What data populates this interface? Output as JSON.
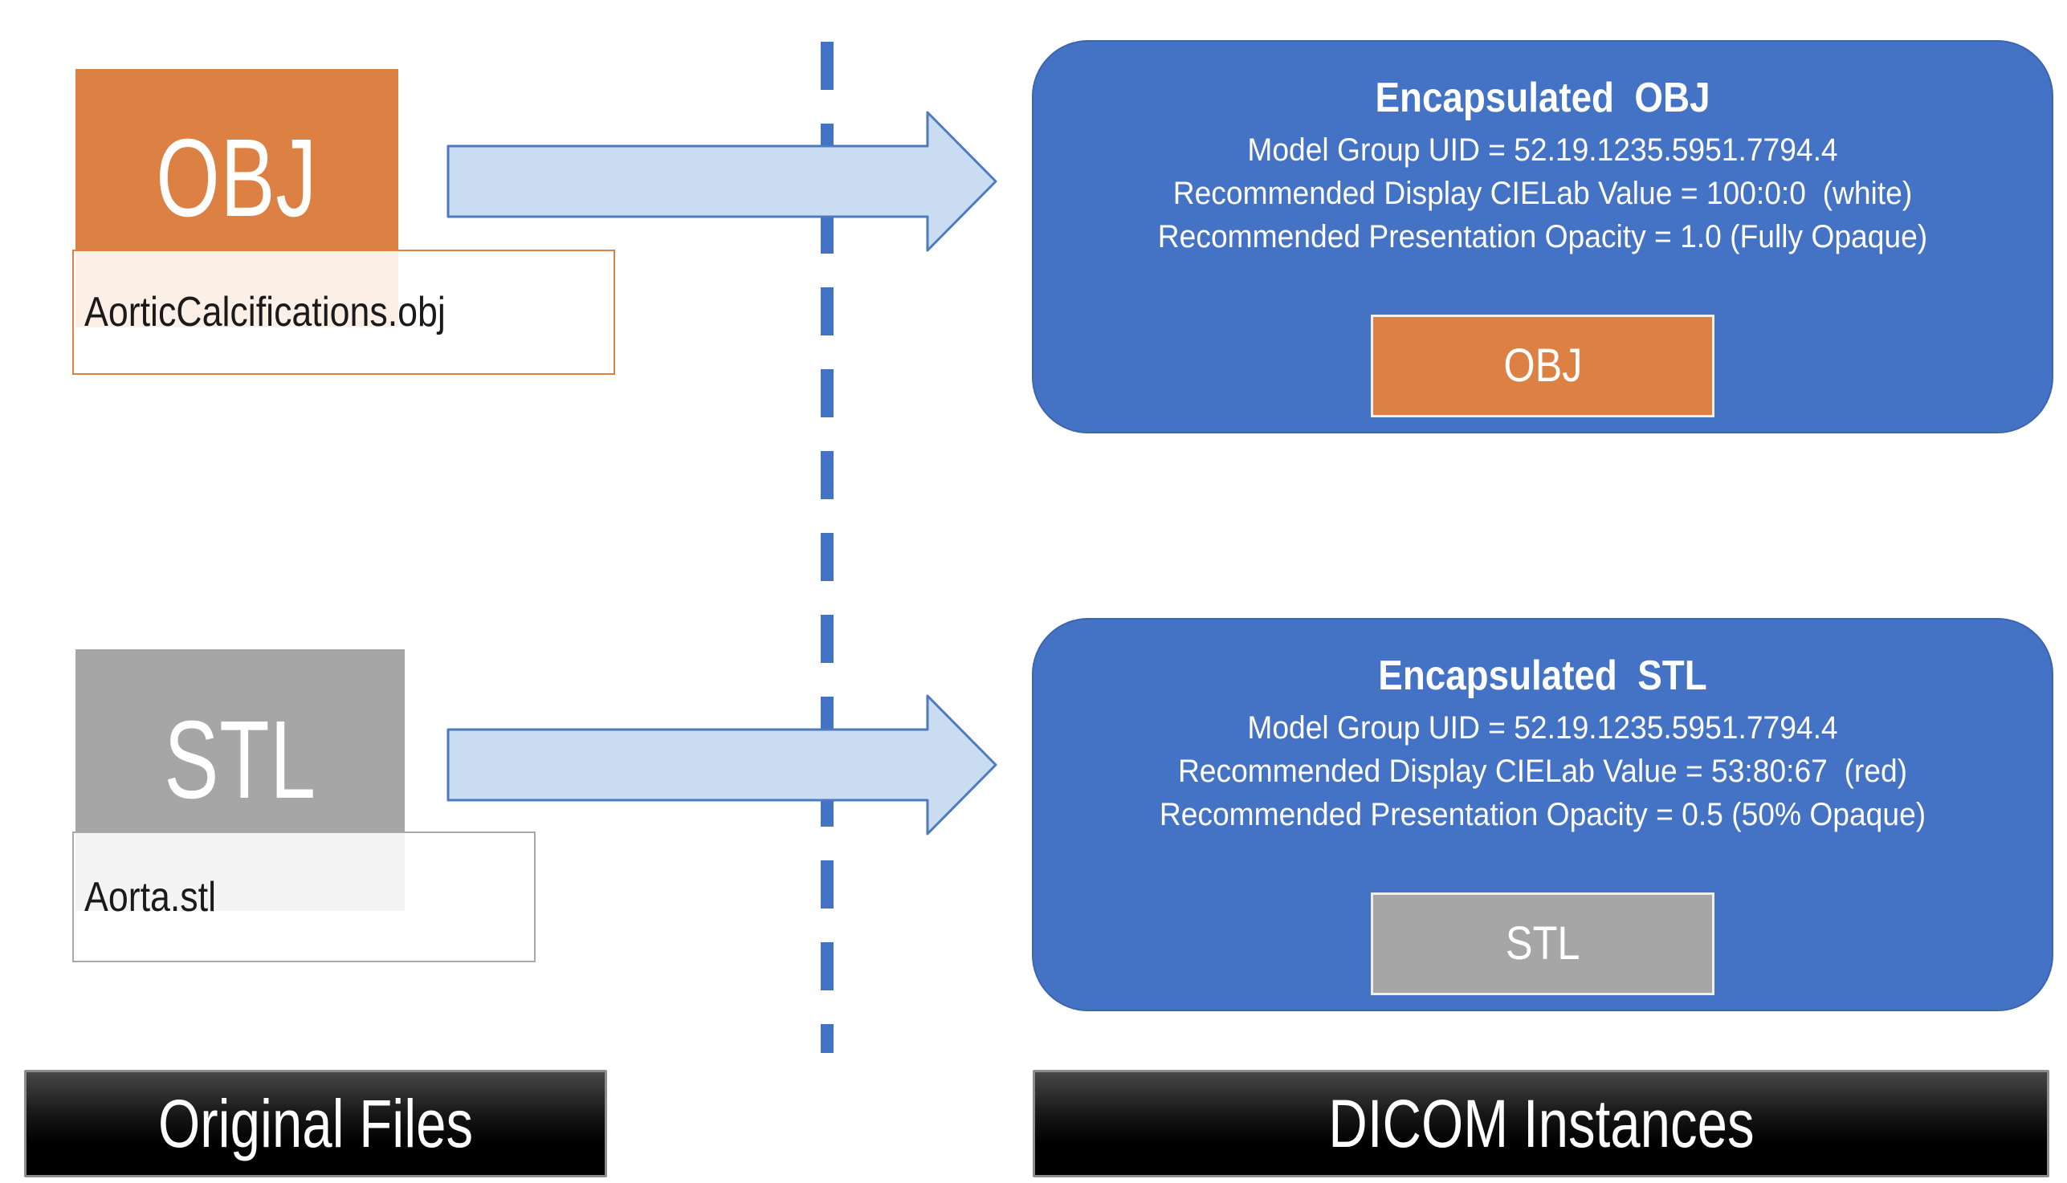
{
  "diagram": {
    "original_files": {
      "banner": "Original Files",
      "files": [
        {
          "format": "OBJ",
          "filename": "AorticCalcifications.obj"
        },
        {
          "format": "STL",
          "filename": "Aorta.stl"
        }
      ]
    },
    "dicom_instances": {
      "banner": "DICOM Instances",
      "instances": [
        {
          "title": "Encapsulated  OBJ",
          "model_group_uid_line": "Model Group UID = 52.19.1235.5951.7794.4",
          "cielab_line": "Recommended Display CIELab Value = 100:0:0  (white)",
          "opacity_line": "Recommended Presentation Opacity = 1.0 (Fully Opaque)",
          "badge": "OBJ"
        },
        {
          "title": "Encapsulated  STL",
          "model_group_uid_line": "Model Group UID = 52.19.1235.5951.7794.4",
          "cielab_line": "Recommended Display CIELab Value = 53:80:67  (red)",
          "opacity_line": "Recommended Presentation Opacity = 0.5 (50% Opaque)",
          "badge": "STL"
        }
      ]
    },
    "colors": {
      "obj_orange": "#DD8043",
      "stl_gray": "#A6A6A6",
      "dicom_blue": "#4472C4",
      "arrow_fill": "#C9DCF2",
      "arrow_stroke": "#4E7ABF",
      "banner_border": "#8C8C8C"
    }
  }
}
